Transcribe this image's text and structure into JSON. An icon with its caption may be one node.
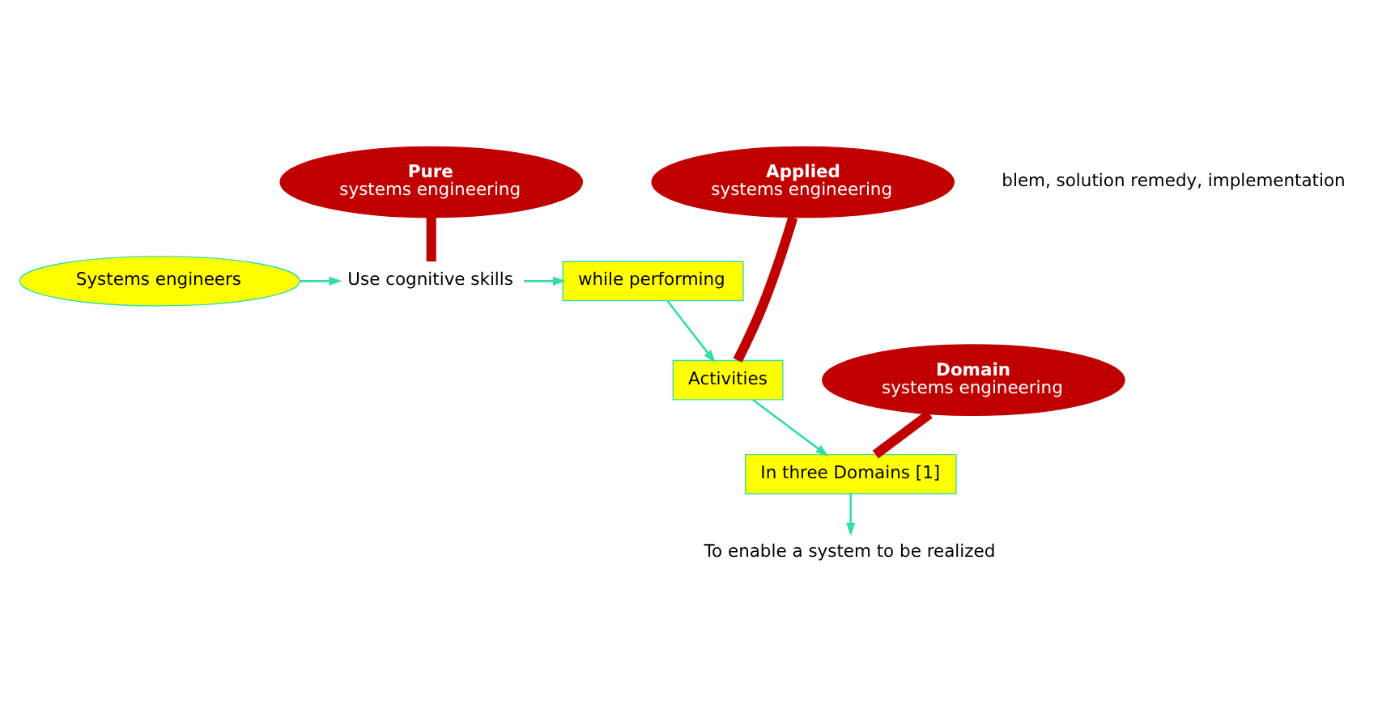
{
  "diagram": {
    "nodes": [
      {
        "text": [
          "Systems engineers"
        ]
      },
      {
        "text": [
          "Use cognitive skills"
        ]
      },
      {
        "text": [
          "while performing"
        ]
      },
      {
        "text": [
          "Activities"
        ]
      },
      {
        "text": [
          "In three Domains [1]"
        ]
      },
      {
        "text": [
          "To enable a system to be realized"
        ]
      },
      {
        "text": [
          "Pure",
          "systems engineering"
        ]
      },
      {
        "text": [
          "Applied",
          "systems engineering"
        ]
      },
      {
        "text": [
          "Domain",
          "systems engineering"
        ]
      }
    ],
    "edges": [
      {
        "from": 0,
        "to": 1,
        "arrow": "to"
      },
      {
        "from": 1,
        "to": 2,
        "arrow": "to"
      },
      {
        "from": 2,
        "to": 3,
        "arrow": "to"
      },
      {
        "from": 3,
        "to": 4,
        "arrow": "to"
      },
      {
        "from": 4,
        "to": 5,
        "arrow": "to"
      },
      {
        "from": 6,
        "to": 1,
        "arrow": "none",
        "style": "thick",
        "color": "#c00000"
      },
      {
        "from": 7,
        "to": 3,
        "arrow": "none",
        "style": "thick",
        "color": "#c00000"
      },
      {
        "from": 8,
        "to": 4,
        "arrow": "none",
        "style": "thick",
        "color": "#c00000"
      }
    ],
    "labels": [
      "blem, solution remedy, implementation"
    ]
  }
}
